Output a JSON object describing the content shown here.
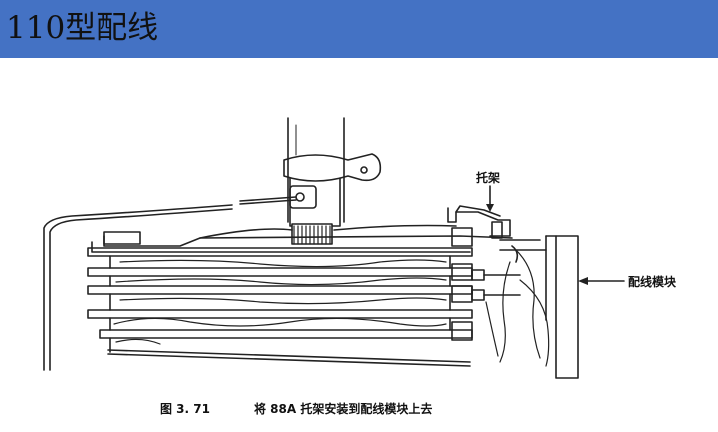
{
  "slide": {
    "title": "110型配线",
    "title_bar_color": "#4472c4"
  },
  "figure": {
    "labels": {
      "bracket": "托架",
      "wiring_block": "配线模块"
    },
    "caption": {
      "number": "图 3. 71",
      "text": "将 88A 托架安装到配线模块上去"
    }
  }
}
